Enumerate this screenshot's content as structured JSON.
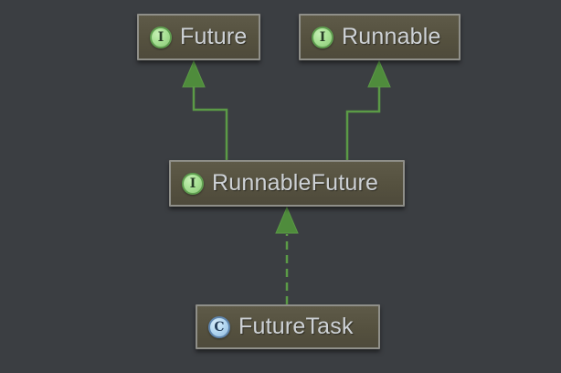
{
  "diagram": {
    "type": "uml-class-diagram",
    "theme": "darcula",
    "background_color": "#3b3e42",
    "node_fill": "#55513f",
    "node_border_color": "#8f8f89",
    "node_text_color": "#ced2d6",
    "arrow_color": "#5b9a46",
    "icons": {
      "interface": {
        "letter": "I",
        "fill": "#a9e296",
        "ring": "#5f9e50",
        "glyph_color": "#273c26"
      },
      "class": {
        "letter": "C",
        "fill": "#b6d9f2",
        "ring": "#5f85ad",
        "glyph_color": "#27405c"
      }
    },
    "nodes": {
      "future": {
        "label": "Future",
        "kind": "interface"
      },
      "runnable": {
        "label": "Runnable",
        "kind": "interface"
      },
      "runnable_future": {
        "label": "RunnableFuture",
        "kind": "interface"
      },
      "future_task": {
        "label": "FutureTask",
        "kind": "class"
      }
    },
    "edges": [
      {
        "from": "RunnableFuture",
        "to": "Future",
        "type": "extends",
        "style": "solid",
        "arrowhead": "filled-triangle"
      },
      {
        "from": "RunnableFuture",
        "to": "Runnable",
        "type": "extends",
        "style": "solid",
        "arrowhead": "filled-triangle"
      },
      {
        "from": "FutureTask",
        "to": "RunnableFuture",
        "type": "implements",
        "style": "dashed",
        "arrowhead": "filled-triangle"
      }
    ]
  }
}
